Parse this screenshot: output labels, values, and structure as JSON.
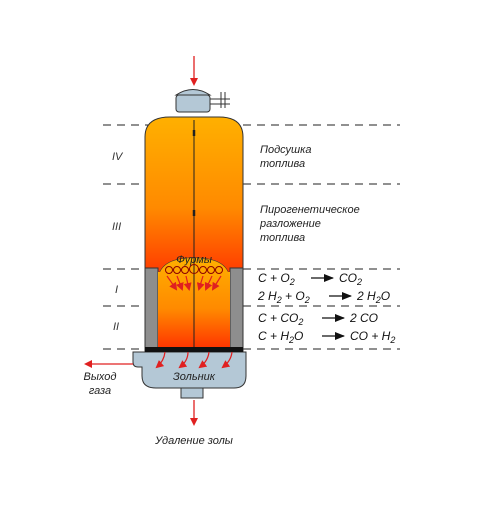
{
  "zones": {
    "iv": "IV",
    "iii": "III",
    "i": "I",
    "ii": "II"
  },
  "labels": {
    "drying_line1": "Подсушка",
    "drying_line2": "топлива",
    "pyrolysis_line1": "Пирогенетическое",
    "pyrolysis_line2": "разложение",
    "pyrolysis_line3": "топлива",
    "tuyeres": "Фурмы",
    "ash_box": "Зольник",
    "gas_out_line1": "Выход",
    "gas_out_line2": "газа",
    "ash_removal": "Удаление золы"
  },
  "equations": {
    "eq1": {
      "a": "C + O",
      "a_sub": "2",
      "b": "CO",
      "b_sub": "2"
    },
    "eq2": {
      "a": "2 H",
      "a_sub": "2",
      "a2": " + O",
      "a2_sub": "2",
      "b": "2 H",
      "b2": "O",
      "b_sub": "2"
    },
    "eq3": {
      "a": "C + CO",
      "a_sub": "2",
      "b": "2 CO"
    },
    "eq4": {
      "a": "C + H",
      "a_sub": "2",
      "a2": "O",
      "b": "CO + H",
      "b_sub": "2"
    }
  },
  "colors": {
    "fuel_top": "#ffb300",
    "fuel_bottom": "#ff3a00",
    "steel": "#b4c8d6",
    "lining": "#8e8e8e",
    "arrow": "#e02020"
  }
}
